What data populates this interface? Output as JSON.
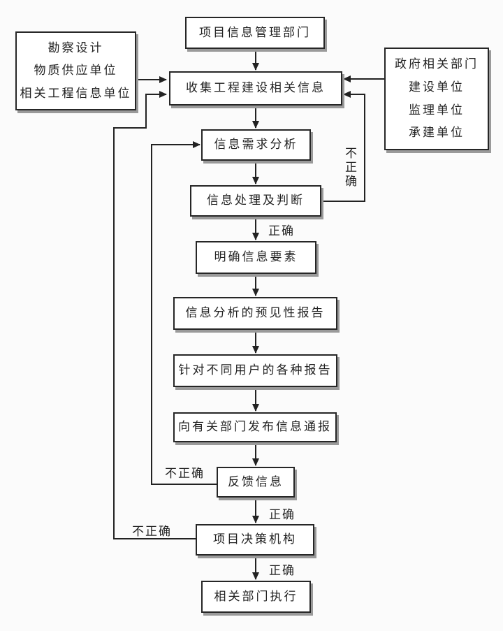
{
  "colors": {
    "ink": "#222222",
    "box_fill": "#ffffff",
    "box_shadow": "#9a9a9a",
    "background": "#fbfbfb"
  },
  "diagram": {
    "nodes": {
      "project_info_dept": {
        "label": "项目信息管理部门"
      },
      "left_sources": {
        "lines": [
          "勘察设计",
          "物质供应单位",
          "相关工程信息单位"
        ]
      },
      "right_sources": {
        "lines": [
          "政府相关部门",
          "建设单位",
          "监理单位",
          "承建单位"
        ]
      },
      "collect_info": {
        "label": "收集工程建设相关信息"
      },
      "demand_analysis": {
        "label": "信息需求分析"
      },
      "processing_judgment": {
        "label": "信息处理及判断"
      },
      "clarify_elements": {
        "label": "明确信息要素"
      },
      "predictive_report": {
        "label": "信息分析的预见性报告"
      },
      "user_reports": {
        "label": "针对不同用户的各种报告"
      },
      "publish_notice": {
        "label": "向有关部门发布信息通报"
      },
      "feedback_info": {
        "label": "反馈信息"
      },
      "decision_body": {
        "label": "项目决策机构"
      },
      "execute_depts": {
        "label": "相关部门执行"
      }
    },
    "edge_labels": {
      "correct_after_processing": "正确",
      "correct_after_feedback": "正确",
      "correct_after_decision": "正确",
      "incorrect_processing_loop": "不正确",
      "incorrect_feedback_loop": "不正确",
      "incorrect_decision_loop": "不正确"
    }
  }
}
